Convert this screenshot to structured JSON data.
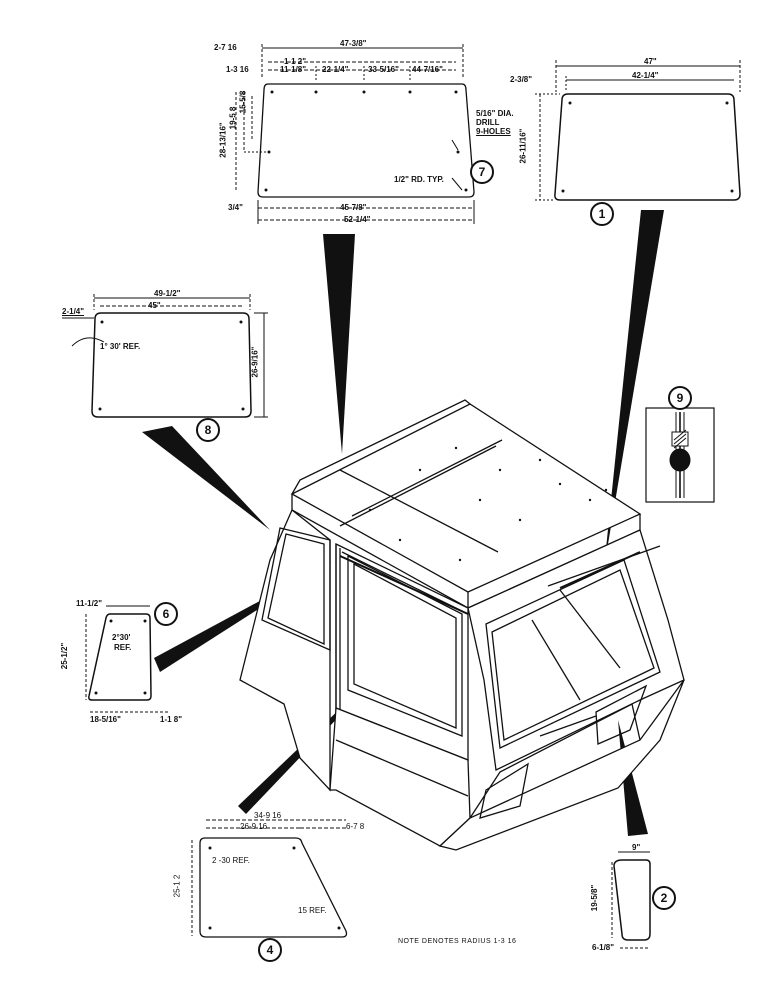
{
  "panels": {
    "p7": {
      "callout": "7",
      "dims": {
        "a": "2-7 16",
        "b": "47-3/8\"",
        "c": "1-1 2\"",
        "d": "1-3 16",
        "e": "11-1/8\"",
        "f": "22-1/4\"",
        "g": "33-5/16\"",
        "h": "44-7/16\"",
        "i": "28-13/16\"",
        "j": "19-5 8",
        "k": "15-5/8",
        "l": "3/4\"",
        "m": "45-7/8\"",
        "n": "52-1/4\""
      },
      "drill_note": [
        "5/16\" DIA.",
        "DRILL",
        "9-HOLES"
      ],
      "radius_note": "1/2\" RD. TYP."
    },
    "p1": {
      "callout": "1",
      "dims": {
        "a": "47\"",
        "b": "2-3/8\"",
        "c": "42-1/4\"",
        "d": "26-11/16\""
      }
    },
    "p8": {
      "callout": "8",
      "dims": {
        "a": "2-1/4\"",
        "b": "49-1/2\"",
        "c": "45\"",
        "d": "26-9/16\""
      },
      "angle_note": "1° 30' REF."
    },
    "p9": {
      "callout": "9"
    },
    "p6": {
      "callout": "6",
      "dims": {
        "a": "11-1/2\"",
        "b": "25-1/2\"",
        "c": "18-5/16\"",
        "d": "1-1 8\""
      },
      "angle_note": [
        "2°30'",
        "REF."
      ]
    },
    "p4": {
      "callout": "4",
      "dims": {
        "a": "34-9 16",
        "b": "26-9 16",
        "c": "6-7 8",
        "d": "25-1 2"
      },
      "angle_note_1": "2 -30 REF.",
      "angle_note_2": "15  REF."
    },
    "p2": {
      "callout": "2",
      "dims": {
        "a": "9\"",
        "b": "19-5/8\"",
        "c": "6-1/8\""
      }
    }
  },
  "note": "NOTE    DENOTES RADIUS 1-3 16"
}
